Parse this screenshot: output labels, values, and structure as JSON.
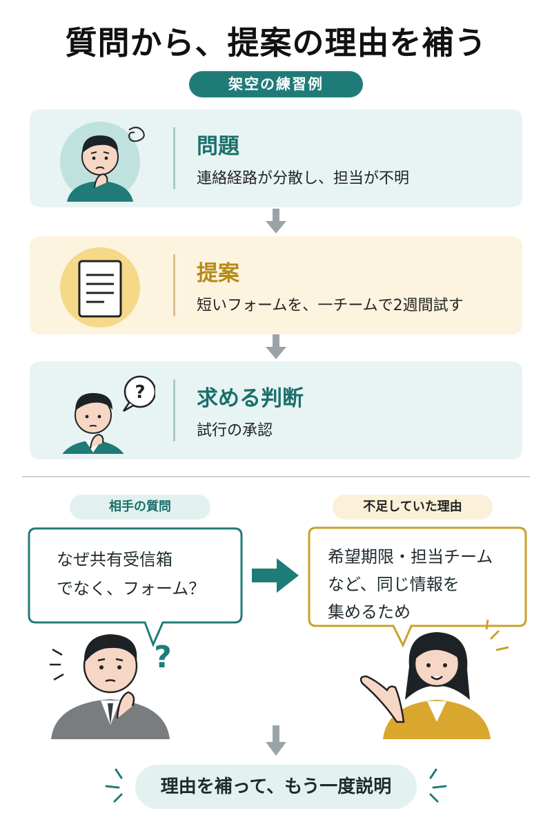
{
  "title": "質問から、提案の理由を補う",
  "label": "架空の練習例",
  "steps": [
    {
      "heading": "問題",
      "text": "連絡経路が分散し、担当が不明"
    },
    {
      "heading": "提案",
      "text": "短いフォームを、一チームで2週間試す"
    },
    {
      "heading": "求める判断",
      "text": "試行の承認"
    }
  ],
  "question": {
    "label": "相手の質問",
    "lines": [
      "なぜ共有受信箱",
      "でなく、フォーム？"
    ]
  },
  "reason": {
    "label": "不足していた理由",
    "lines": [
      "希望期限・担当チーム",
      "など、同じ情報を",
      "集めるため"
    ]
  },
  "conclusion": "理由を補って、もう一度説明",
  "colors": {
    "teal": "#1f7b78",
    "gold": "#c9a227",
    "card_teal": "#e8f4f3",
    "card_gold": "#fdf4df"
  }
}
